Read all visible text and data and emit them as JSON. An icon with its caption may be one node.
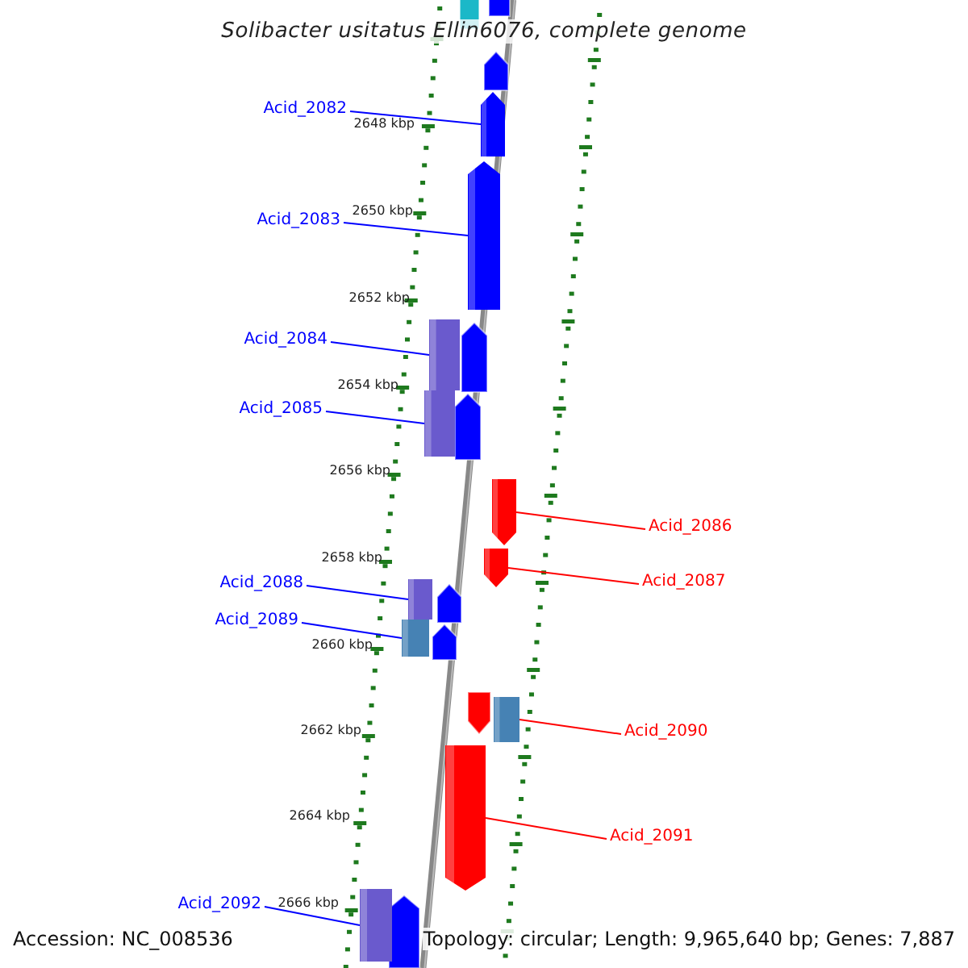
{
  "diagram": {
    "title": "Solibacter usitatus Ellin6076, complete genome",
    "nodes": [
      {
        "text": [
          "Acid_2082"
        ]
      },
      {
        "text": [],
        "shape": "arrow"
      },
      {
        "text": [
          "Acid_2083"
        ]
      },
      {
        "text": [],
        "shape": "arrow"
      },
      {
        "text": [
          "Acid_2084"
        ]
      },
      {
        "text": [],
        "shape": "box"
      },
      {
        "text": [
          "Acid_2085"
        ]
      },
      {
        "text": [],
        "shape": "box"
      },
      {
        "text": [
          "Acid_2086"
        ]
      },
      {
        "text": [],
        "shape": "arrow"
      },
      {
        "text": [
          "Acid_2087"
        ]
      },
      {
        "text": [],
        "shape": "arrow"
      },
      {
        "text": [
          "Acid_2088"
        ]
      },
      {
        "text": [],
        "shape": "box"
      },
      {
        "text": [
          "Acid_2089"
        ]
      },
      {
        "text": [],
        "shape": "box"
      },
      {
        "text": [
          "Acid_2090"
        ]
      },
      {
        "text": [],
        "shape": "box"
      },
      {
        "text": [
          "Acid_2091"
        ]
      },
      {
        "text": [],
        "shape": "arrow"
      },
      {
        "text": [
          "Acid_2092"
        ]
      },
      {
        "text": [],
        "shape": "box"
      }
    ],
    "edges": [
      {
        "from": 0,
        "to": 1,
        "arrow": "none"
      },
      {
        "from": 2,
        "to": 3,
        "arrow": "none"
      },
      {
        "from": 4,
        "to": 5,
        "arrow": "none"
      },
      {
        "from": 6,
        "to": 7,
        "arrow": "none"
      },
      {
        "from": 8,
        "to": 9,
        "arrow": "none",
        "color": "#ff0000"
      },
      {
        "from": 10,
        "to": 11,
        "arrow": "none",
        "color": "#ff0000"
      },
      {
        "from": 12,
        "to": 13,
        "arrow": "none"
      },
      {
        "from": 14,
        "to": 15,
        "arrow": "none"
      },
      {
        "from": 16,
        "to": 17,
        "arrow": "none",
        "color": "#ff0000"
      },
      {
        "from": 18,
        "to": 19,
        "arrow": "none",
        "color": "#ff0000"
      },
      {
        "from": 20,
        "to": 21,
        "arrow": "none"
      }
    ],
    "labels": [
      "2648 kbp",
      "2650 kbp",
      "2652 kbp",
      "2654 kbp",
      "2656 kbp",
      "2658 kbp",
      "2660 kbp",
      "2662 kbp",
      "2664 kbp",
      "2666 kbp",
      "Accession: NC_008536",
      "Topology: circular; Length: 9,965,640 bp; Genes: 7,887"
    ]
  }
}
